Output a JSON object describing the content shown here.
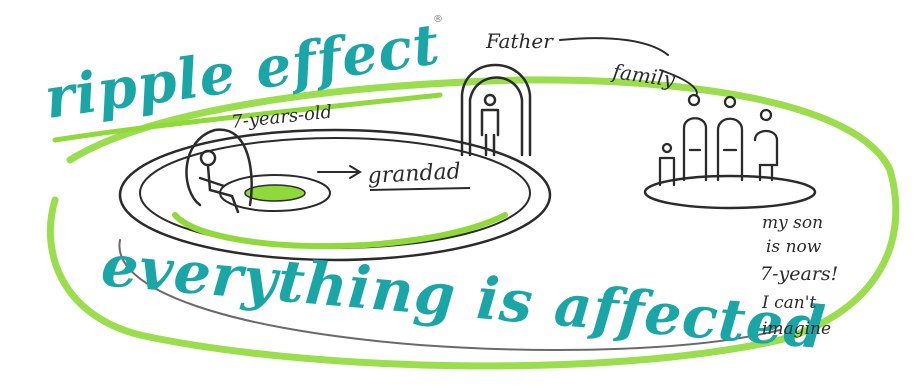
{
  "title": "ripple effect",
  "headline": "everything is affected",
  "labels": {
    "seven_years_old": "7-years-old",
    "grandad": "grandad",
    "father": "Father",
    "family": "family"
  },
  "side_note": [
    "my son",
    "is now",
    "7-years!",
    "I can't",
    "imagine"
  ],
  "colors": {
    "teal": "#1aa5a6",
    "lime": "#8fd93a",
    "ink": "#2b2b2b",
    "grey": "#bdbdbd"
  }
}
